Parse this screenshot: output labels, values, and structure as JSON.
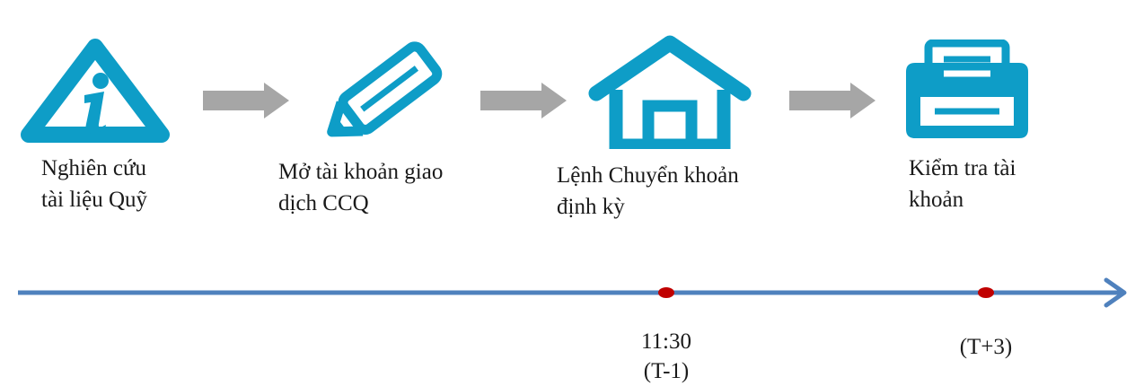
{
  "steps": [
    {
      "line1": "Nghiên cứu",
      "line2": "tài liệu Quỹ",
      "icon": "info-warning-icon"
    },
    {
      "line1": "Mở tài khoản giao",
      "line2": "dịch CCQ",
      "icon": "pencil-icon"
    },
    {
      "line1": "Lệnh Chuyển khoản",
      "line2": "định kỳ",
      "icon": "house-icon"
    },
    {
      "line1": "Kiểm tra tài",
      "line2": "khoản",
      "icon": "printer-icon"
    }
  ],
  "timeline": {
    "markers": [
      {
        "line1": "11:30",
        "line2": "(T-1)"
      },
      {
        "line1": "(T+3)"
      }
    ]
  },
  "colors": {
    "icon": "#0E9DC7",
    "step_arrow": "#A6A6A6",
    "timeline": "#4F81BD",
    "marker": "#C00000"
  }
}
